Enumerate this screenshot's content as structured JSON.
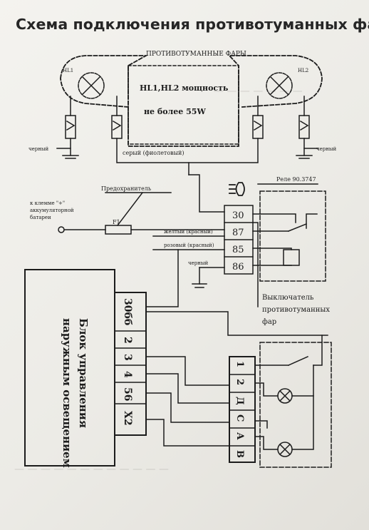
{
  "title": "Схема подключения противотуманных фар",
  "lamps_block": {
    "header": "ПРОТИВОТУМАННЫЕ ФАРЫ",
    "left_lamp": "HL1",
    "right_lamp": "HL2",
    "power_line1": "HL1,HL2  мощность",
    "power_line2": "не более 55W"
  },
  "ground_left": "черный",
  "ground_right": "черный",
  "wire_gray": "серый (фиолетовый)",
  "fuse": {
    "label": "Предохранитель",
    "id": "F1",
    "battery_line1": "к клемме \"+\"",
    "battery_line2": "аккумуляторной",
    "battery_line3": "батареи"
  },
  "relay": {
    "label": "Реле 90.3747",
    "pins": [
      "30",
      "87",
      "85",
      "86"
    ]
  },
  "wires": {
    "yellow": "желтый (красный)",
    "pink": "розовый (красный)",
    "black": "черный"
  },
  "switch": {
    "line1": "Выключатель",
    "line2": "противотуманных",
    "line3": "фар"
  },
  "control_unit": {
    "line1": "Блок управления",
    "line2": "наружным освещением",
    "pins": [
      "30бб",
      "2",
      "3",
      "4",
      "56",
      "X2"
    ]
  },
  "connector": {
    "pins": [
      "1",
      "2",
      "Д",
      "С",
      "А",
      "В"
    ]
  },
  "colors": {
    "ink": "#1c1c1c",
    "paper": "#f1f0ec",
    "title": "#262626"
  },
  "icons": [
    "fog-lamp-icon",
    "lamp-icon",
    "ground-icon",
    "switch-contact-icon",
    "relay-coil-icon",
    "fuse-icon"
  ]
}
